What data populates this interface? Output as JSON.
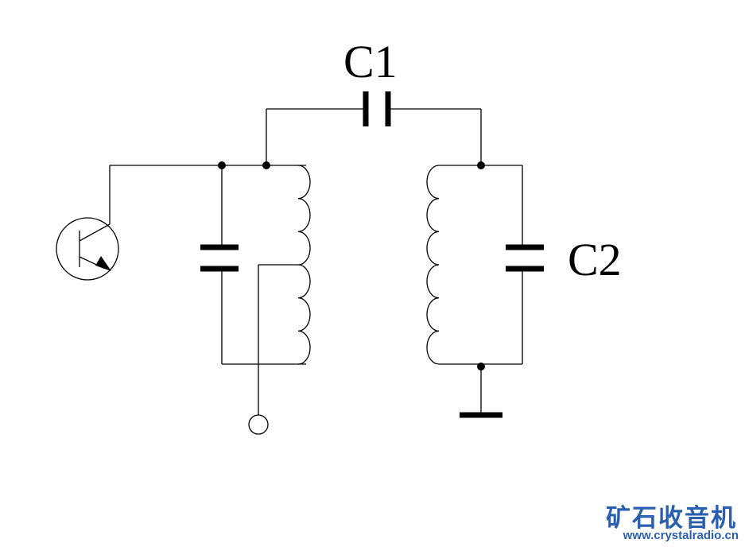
{
  "labels": {
    "coupling_capacitor": "C1",
    "tuning_capacitor": "C2"
  },
  "watermark": {
    "title": "矿石收音机",
    "url": "www.crystalradio.cn",
    "color": "#2a5fb0"
  },
  "components": [
    "transistor",
    "capacitor",
    "inductor",
    "capacitor C1",
    "inductor",
    "capacitor C2",
    "ground",
    "output-terminal"
  ]
}
